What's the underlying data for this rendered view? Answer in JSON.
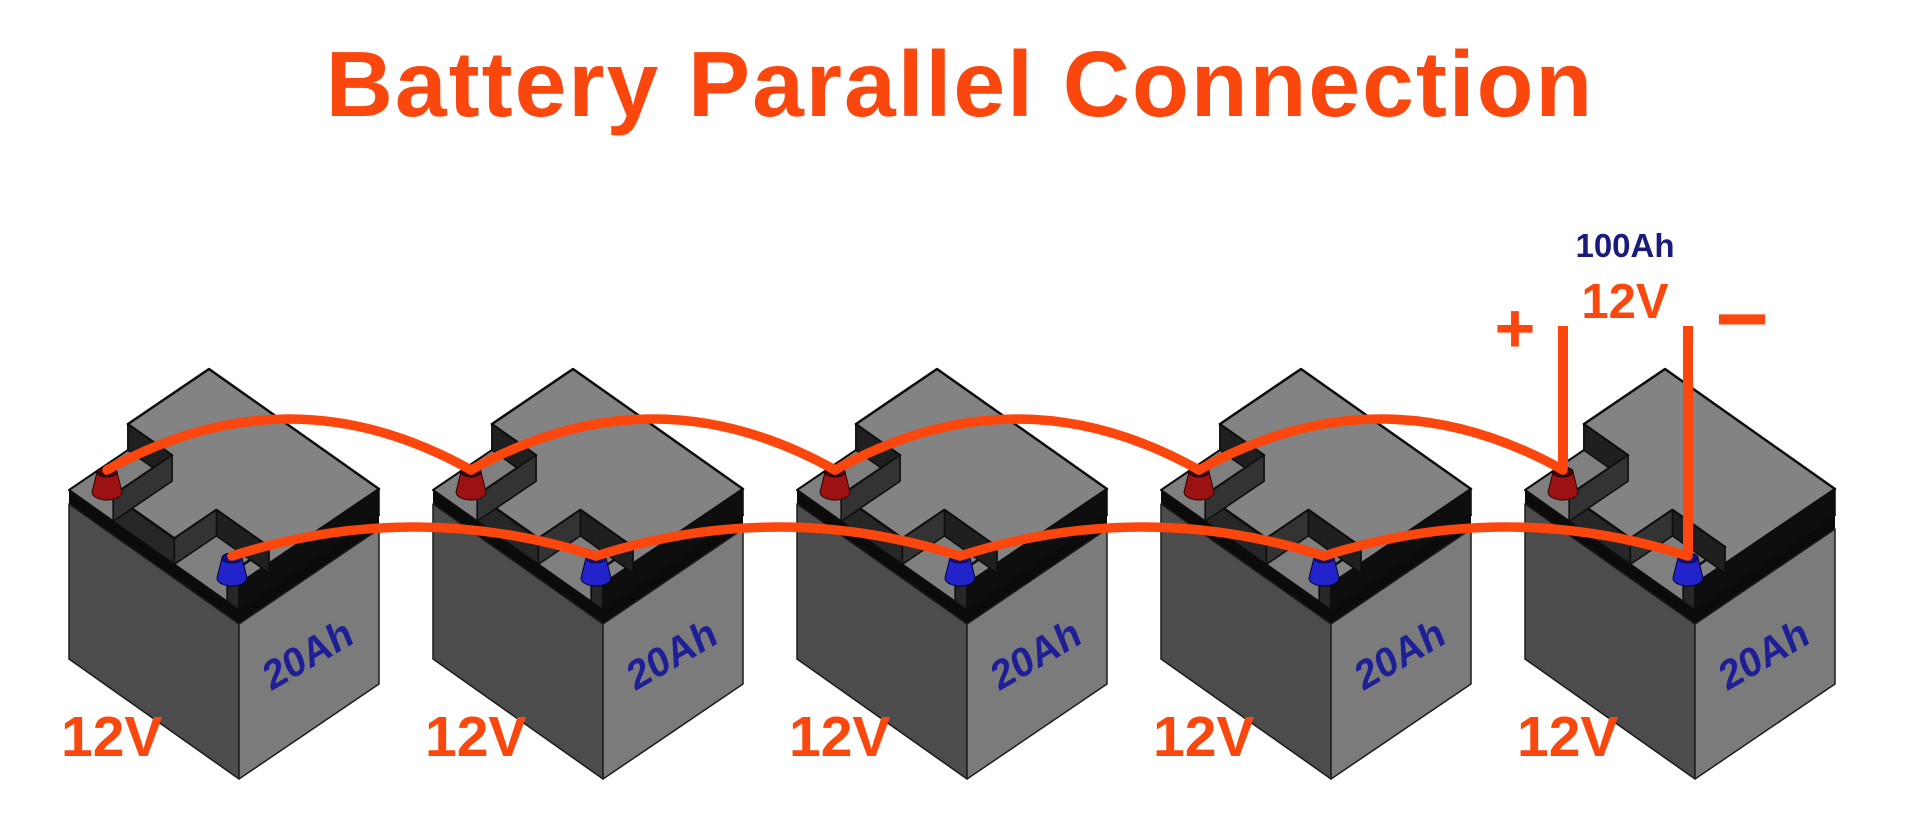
{
  "title": {
    "text": "Battery Parallel Connection"
  },
  "colors": {
    "orange": "#F9470E",
    "wire": "#FB470D",
    "navy": "#1B1B7D",
    "navy_side": "#1E1E96",
    "body_dark": "#4C4C4C",
    "body_light": "#7B7B7B",
    "lid_top": "#838383",
    "terminal_red": "#9C1111",
    "terminal_blue": "#2323CC"
  },
  "output": {
    "capacity_label": "100Ah",
    "voltage_label": "12V",
    "plus_sign": "+",
    "minus_sign": "−"
  },
  "batteries": [
    {
      "voltage_label": "12V",
      "capacity_label": "20Ah"
    },
    {
      "voltage_label": "12V",
      "capacity_label": "20Ah"
    },
    {
      "voltage_label": "12V",
      "capacity_label": "20Ah"
    },
    {
      "voltage_label": "12V",
      "capacity_label": "20Ah"
    },
    {
      "voltage_label": "12V",
      "capacity_label": "20Ah"
    }
  ]
}
